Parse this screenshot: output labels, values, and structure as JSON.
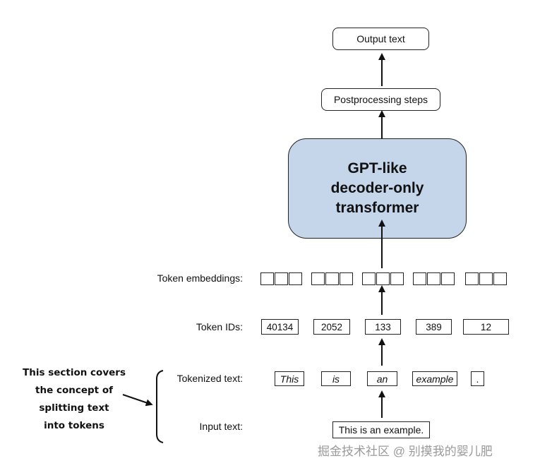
{
  "output": {
    "label": "Output text"
  },
  "postprocessing": {
    "label": "Postprocessing steps"
  },
  "transformer": {
    "lines": [
      "GPT-like",
      "decoder-only",
      "transformer"
    ]
  },
  "rows": {
    "embeddings_label": "Token embeddings:",
    "ids_label": "Token IDs:",
    "tokenized_label": "Tokenized text:",
    "input_label": "Input text:"
  },
  "token_ids": [
    "40134",
    "2052",
    "133",
    "389",
    "12"
  ],
  "tokens": [
    "This",
    "is",
    "an",
    "example",
    "."
  ],
  "input_text": "This is an example.",
  "note": {
    "lines": [
      "This section covers",
      "the concept of",
      "splitting text",
      "into tokens"
    ]
  },
  "watermark": "掘金技术社区 @ 别摸我的婴儿肥"
}
